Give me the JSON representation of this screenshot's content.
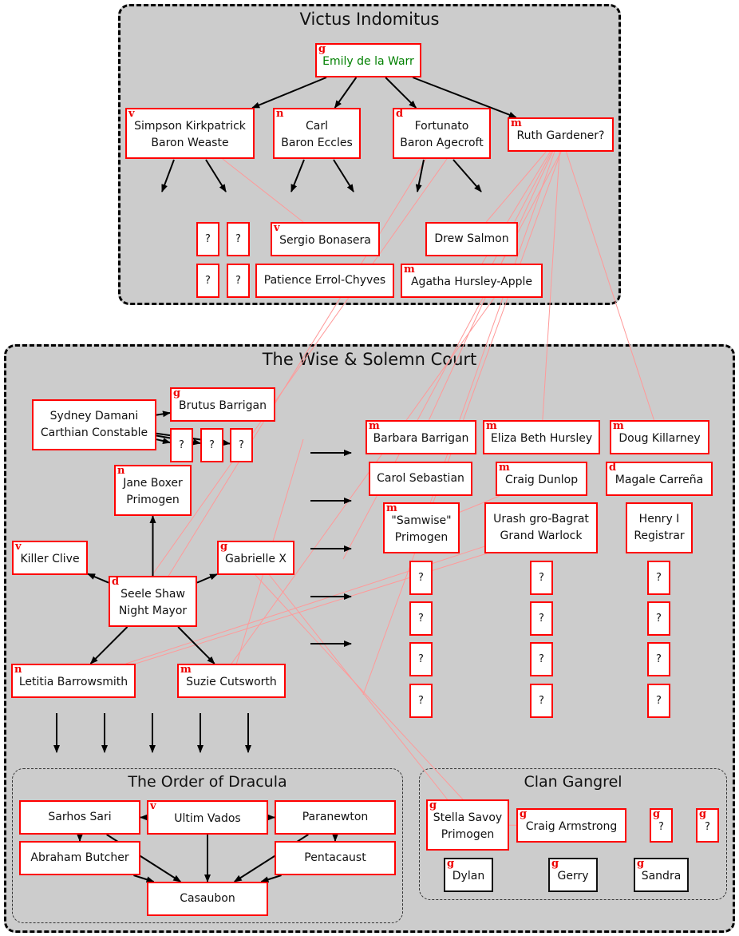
{
  "colors": {
    "node_border": "#ff0000",
    "leader_text": "#008000",
    "group_bg": "#cccccc",
    "relation_line": "#ff9999",
    "glyph": "#ee0000"
  },
  "groups": {
    "victus": {
      "title": "Victus Indomitus"
    },
    "court": {
      "title": "The Wise & Solemn Court"
    },
    "dracula": {
      "title": "The Order of Dracula"
    },
    "gangrel": {
      "title": "Clan Gangrel"
    }
  },
  "clan_glyphs": {
    "gangrel": "g",
    "ventrue": "v",
    "nosferatu": "n",
    "daeva": "d",
    "mekhet": "m"
  },
  "nodes": [
    {
      "id": "emily",
      "label": "Emily de la Warr",
      "clan": "gangrel",
      "leader": true
    },
    {
      "id": "simpson",
      "label": "Simpson Kirkpatrick\nBaron Weaste",
      "clan": "ventrue"
    },
    {
      "id": "carl",
      "label": "Carl\nBaron Eccles",
      "clan": "nosferatu"
    },
    {
      "id": "fortunato",
      "label": "Fortunato\nBaron Agecroft",
      "clan": "daeva"
    },
    {
      "id": "ruth",
      "label": "Ruth Gardener?",
      "clan": "mekhet"
    },
    {
      "id": "vq1",
      "label": "?"
    },
    {
      "id": "vq2",
      "label": "?"
    },
    {
      "id": "vq3",
      "label": "?"
    },
    {
      "id": "vq4",
      "label": "?"
    },
    {
      "id": "sergio",
      "label": "Sergio Bonasera",
      "clan": "ventrue"
    },
    {
      "id": "drew",
      "label": "Drew Salmon"
    },
    {
      "id": "patience",
      "label": "Patience Errol-Chyves"
    },
    {
      "id": "agatha",
      "label": "Agatha Hursley-Apple",
      "clan": "mekhet"
    },
    {
      "id": "sydney",
      "label": "Sydney Damani\nCarthian Constable"
    },
    {
      "id": "brutus",
      "label": "Brutus Barrigan",
      "clan": "gangrel"
    },
    {
      "id": "sq1",
      "label": "?"
    },
    {
      "id": "sq2",
      "label": "?"
    },
    {
      "id": "sq3",
      "label": "?"
    },
    {
      "id": "jane",
      "label": "Jane Boxer\nPrimogen",
      "clan": "nosferatu"
    },
    {
      "id": "killer",
      "label": "Killer Clive",
      "clan": "ventrue"
    },
    {
      "id": "seele",
      "label": "Seele Shaw\nNight Mayor",
      "clan": "daeva"
    },
    {
      "id": "gabrielle",
      "label": "Gabrielle X",
      "clan": "gangrel"
    },
    {
      "id": "letitia",
      "label": "Letitia Barrowsmith",
      "clan": "nosferatu"
    },
    {
      "id": "suzie",
      "label": "Suzie Cutsworth",
      "clan": "mekhet"
    },
    {
      "id": "barbara",
      "label": "Barbara Barrigan",
      "clan": "mekhet"
    },
    {
      "id": "eliza",
      "label": "Eliza Beth Hursley",
      "clan": "mekhet"
    },
    {
      "id": "doug",
      "label": "Doug Killarney",
      "clan": "mekhet"
    },
    {
      "id": "carol",
      "label": "Carol Sebastian"
    },
    {
      "id": "craigd",
      "label": "Craig Dunlop",
      "clan": "mekhet"
    },
    {
      "id": "magale",
      "label": "Magale Carreña",
      "clan": "daeva"
    },
    {
      "id": "samwise",
      "label": "\"Samwise\"\nPrimogen",
      "clan": "mekhet"
    },
    {
      "id": "urash",
      "label": "Urash gro-Bagrat\nGrand Warlock"
    },
    {
      "id": "henry",
      "label": "Henry I\nRegistrar"
    },
    {
      "id": "c1q1",
      "label": "?"
    },
    {
      "id": "c1q2",
      "label": "?"
    },
    {
      "id": "c1q3",
      "label": "?"
    },
    {
      "id": "c1q4",
      "label": "?"
    },
    {
      "id": "c2q1",
      "label": "?"
    },
    {
      "id": "c2q2",
      "label": "?"
    },
    {
      "id": "c2q3",
      "label": "?"
    },
    {
      "id": "c2q4",
      "label": "?"
    },
    {
      "id": "c3q1",
      "label": "?"
    },
    {
      "id": "c3q2",
      "label": "?"
    },
    {
      "id": "c3q3",
      "label": "?"
    },
    {
      "id": "c3q4",
      "label": "?"
    },
    {
      "id": "sarhos",
      "label": "Sarhos Sari"
    },
    {
      "id": "ultim",
      "label": "Ultim Vados",
      "clan": "ventrue"
    },
    {
      "id": "paranewton",
      "label": "Paranewton"
    },
    {
      "id": "abraham",
      "label": "Abraham Butcher"
    },
    {
      "id": "pentacaust",
      "label": "Pentacaust"
    },
    {
      "id": "casaubon",
      "label": "Casaubon"
    },
    {
      "id": "stella",
      "label": "Stella Savoy\nPrimogen",
      "clan": "gangrel"
    },
    {
      "id": "craiga",
      "label": "Craig Armstrong",
      "clan": "gangrel"
    },
    {
      "id": "gq1",
      "label": "?",
      "clan": "gangrel"
    },
    {
      "id": "gq2",
      "label": "?",
      "clan": "gangrel"
    },
    {
      "id": "dylan",
      "label": "Dylan",
      "clan": "gangrel",
      "border": "black"
    },
    {
      "id": "gerry",
      "label": "Gerry",
      "clan": "gangrel",
      "border": "black"
    },
    {
      "id": "sandra",
      "label": "Sandra",
      "clan": "gangrel",
      "border": "black"
    }
  ],
  "hierarchy_edges": [
    [
      "emily",
      "simpson"
    ],
    [
      "emily",
      "carl"
    ],
    [
      "emily",
      "fortunato"
    ],
    [
      "emily",
      "ruth"
    ],
    [
      "sydney",
      "brutus"
    ],
    [
      "sydney",
      "sq1"
    ],
    [
      "sydney",
      "sq2"
    ],
    [
      "sydney",
      "sq3"
    ],
    [
      "seele",
      "jane"
    ],
    [
      "seele",
      "killer"
    ],
    [
      "seele",
      "gabrielle"
    ],
    [
      "seele",
      "letitia"
    ],
    [
      "seele",
      "suzie"
    ],
    [
      "ultim",
      "sarhos"
    ],
    [
      "ultim",
      "paranewton"
    ],
    [
      "sarhos",
      "abraham"
    ],
    [
      "paranewton",
      "pentacaust"
    ],
    [
      "sarhos",
      "casaubon"
    ],
    [
      "ultim",
      "casaubon"
    ],
    [
      "paranewton",
      "casaubon"
    ],
    [
      "abraham",
      "casaubon"
    ],
    [
      "pentacaust",
      "casaubon"
    ]
  ],
  "relation_edges": [
    [
      "simpson",
      "sergio"
    ],
    [
      "fortunato",
      "seele"
    ],
    [
      "ruth",
      "agatha"
    ],
    [
      "ruth",
      "barbara"
    ],
    [
      "ruth",
      "samwise"
    ],
    [
      "ruth",
      "drew"
    ],
    [
      "ruth",
      "eliza"
    ],
    [
      "ruth",
      "doug"
    ],
    [
      "ruth",
      "letitia_cross"
    ],
    [
      "samwise",
      "craigd"
    ],
    [
      "urash",
      "letitia"
    ],
    [
      "gabrielle",
      "stella"
    ],
    [
      "stella",
      "craiga"
    ],
    [
      "suzie",
      "brutus_cross"
    ]
  ]
}
